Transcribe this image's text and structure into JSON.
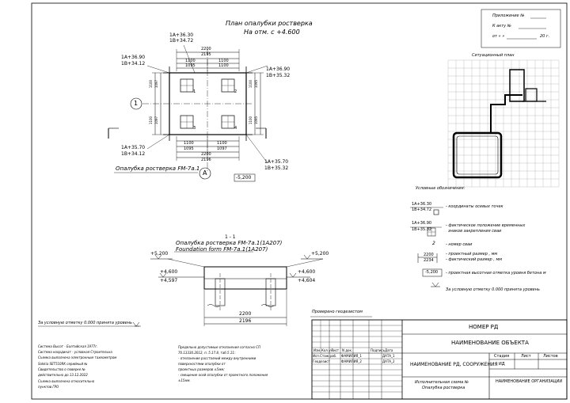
{
  "stamp": {
    "appendix": "Приложение №",
    "to_act": "К акту №",
    "from_date": "от «   »",
    "year_suffix": "20   г."
  },
  "plan": {
    "title_line1": "План опалубки ростверка",
    "title_line2": "На отм. с +4.600",
    "dims": {
      "top_total": "2200",
      "top_total2": "2195",
      "top_a": "1100",
      "top_b": "1100",
      "top_c": "1095",
      "top_d": "1100",
      "bot_a": "1100",
      "bot_b": "1100",
      "bot_c": "1095",
      "bot_d": "1097",
      "bot_total": "2200",
      "bot_total2": "2196",
      "left_a": "1100",
      "left_b": "1100",
      "left_c": "1097",
      "left_d": "1097",
      "right_a": "1100",
      "right_b": "1100",
      "right_c": "1095",
      "right_d": "1095"
    },
    "coords": {
      "tl_a": "1А+36.30",
      "tl_b": "1В+34.72",
      "ml_a": "1А+36.90",
      "ml_b": "1В+34.12",
      "mr_a": "1А+36.90",
      "mr_b": "1В+35.32",
      "bl_a": "1А+35.70",
      "bl_b": "1В+34.12",
      "br_a": "1А+35.70",
      "br_b": "1В+35.32"
    },
    "axis_1": "1",
    "axis_a": "А",
    "pile_numbers": [
      "1",
      "2",
      "3",
      "4"
    ],
    "caption": "Опалубка ростверка FM-7а.1",
    "level_box": "-5,200"
  },
  "section": {
    "title": "1 - 1",
    "caption_ru": "Опалубка ростверка FM-7а.1(1А207)",
    "caption_en": "Foundation form FM-7а.1(1А207)",
    "lvl_left_top": "+5,200",
    "lvl_right_top": "+5,200",
    "lvl_left_mid_a": "+4,600",
    "lvl_left_mid_b": "+4,597",
    "lvl_right_mid_a": "+4,600",
    "lvl_right_mid_b": "+4,604",
    "dim_a": "2200",
    "dim_b": "2196"
  },
  "situation": {
    "title": "Ситуационный план"
  },
  "legend": {
    "title": "Условные обозначения:",
    "item1_a": "1А+36.30",
    "item1_b": "1В+34.72",
    "item1_text": "- координаты осевых точек",
    "item2_a": "1А+36.90",
    "item2_b": "1В+35.32",
    "item2_text1": "- фактическое положение временных",
    "item2_text2": "знаков закрепления сваи",
    "item3_num": "2",
    "item3_text": "- номер сваи",
    "item4_a": "2200",
    "item4_b": "2234",
    "item4_text1": "- проектный размер , мм",
    "item4_text2": "- фактический размер , мм",
    "item5_box": "-5,200",
    "item5_text": "- проектная высотная отметка уровня бетона м",
    "item6_text": "За условную отметку 0.000 принята уровень"
  },
  "geodesist": "Проверено геодезистом",
  "left_note": "За условную отметку 0.000 принята уровень",
  "bottom_notes": [
    "Система Высот - Балтийская 1977г.",
    "Система координат - условная Строительна",
    "Съемка выполнена электронным тахеометром",
    "Sokkia SET510RK серийный №",
    "Свидетельство о поверке №",
    "действительно до 13.12.2022",
    "Съемка выполнена относительно",
    "пунктов ГРО"
  ],
  "tolerance_notes": [
    "Предельно допустимые отклонения согласно СП",
    "70.13330.2012, п. 5.17.8, таб.5.11:",
    "- отклонение расстояний между внутренними",
    "поверхностями опалубки от",
    "проектных размеров ±5мм;",
    "- смещение осей опалубки от проектного положения",
    "±15мм."
  ],
  "titleblock": {
    "doc_number": "НОМЕР РД",
    "object_name": "НАИМЕНОВАНИЕ ОБЪЕКТА",
    "rd_name": "НАИМЕНОВАНИЕ РД, СООРУЖЕНИЯ",
    "headers": [
      "Изм.",
      "Кол.уч",
      "Лист",
      "N док.",
      "Подпись",
      "Дата"
    ],
    "row1_role": "Исп.Стаж.раб.",
    "row1_name": "ФАМИЛИЯ_1",
    "row1_date": "ДАТА_1",
    "row2_role": "Геодезист",
    "row2_name": "ФАМИЛИЯ_2",
    "row2_date": "ДАТА_2",
    "stage_h": "Стадия",
    "sheet_h": "Лист",
    "sheets_h": "Листов",
    "stage_v": "ИД",
    "sheet_v": "",
    "sheets_v": "",
    "scheme_line1": "Исполнительная схема №",
    "scheme_line2": "Опалубка ростверка",
    "org": "НАИМЕНОВАНИЕ ОРГАНИЗАЦИИ"
  }
}
